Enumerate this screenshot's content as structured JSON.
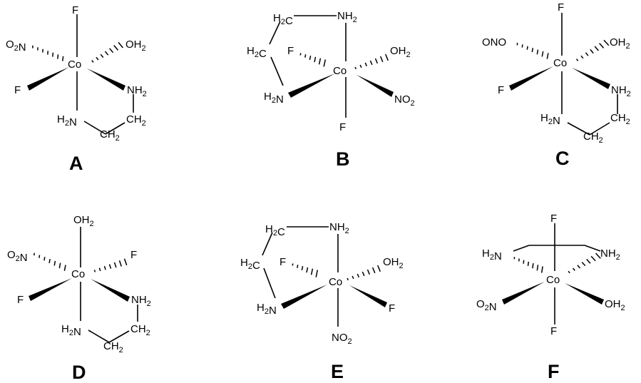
{
  "structures": [
    {
      "label": "A",
      "center": "Co",
      "top": "F",
      "upper_left": "O2N",
      "upper_right": "OH2",
      "lower_left": "F",
      "lower_right": "NH2",
      "chelate": {
        "n_left": "H2N",
        "c_right": "CH2",
        "c_bottom": "CH2"
      }
    },
    {
      "label": "B",
      "center": "Co",
      "bottom": "F",
      "upper_left": "F",
      "upper_right": "OH2",
      "lower_right": "NO2",
      "chelate": {
        "n_top": "NH2",
        "c_top": "H2C",
        "c_left": "H2C",
        "n_left": "H2N"
      }
    },
    {
      "label": "C",
      "center": "Co",
      "top": "F",
      "upper_left": "ONO",
      "upper_right": "OH2",
      "lower_left": "F",
      "lower_right": "NH2",
      "chelate": {
        "n_left": "H2N",
        "c_right": "CH2",
        "c_bottom": "CH2"
      }
    },
    {
      "label": "D",
      "center": "Co",
      "top": "OH2",
      "upper_left": "O2N",
      "upper_right": "F",
      "lower_left": "F",
      "lower_right": "NH2",
      "chelate": {
        "n_left": "H2N",
        "c_right": "CH2",
        "c_bottom": "CH2"
      }
    },
    {
      "label": "E",
      "center": "Co",
      "bottom": "NO2",
      "upper_left": "F",
      "upper_right": "OH2",
      "lower_right": "F",
      "chelate": {
        "n_top": "NH2",
        "c_top": "H2C",
        "c_left": "H2C",
        "n_left": "H2N"
      }
    },
    {
      "label": "F",
      "center": "Co",
      "top": "F",
      "bottom": "F",
      "lower_left": "O2N",
      "lower_right": "OH2",
      "chelate": {
        "n_left": "H2N",
        "n_right": "NH2"
      }
    }
  ]
}
